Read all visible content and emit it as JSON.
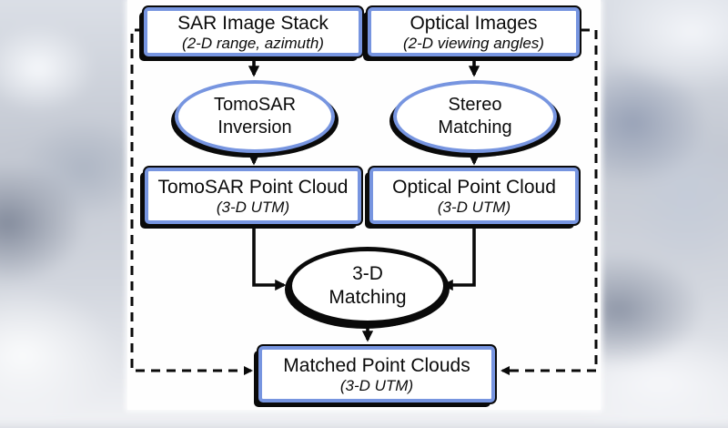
{
  "colors": {
    "accent_blue": "#7795e0",
    "line_black": "#0a0a0a",
    "slide_white": "#fefefe"
  },
  "nodes": {
    "sar_stack": {
      "title": "SAR Image Stack",
      "subtitle": "(2-D range, azimuth)"
    },
    "optical_images": {
      "title": "Optical Images",
      "subtitle": "(2-D viewing angles)"
    },
    "tomosar_inversion": {
      "line1": "TomoSAR",
      "line2": "Inversion"
    },
    "stereo_matching": {
      "line1": "Stereo",
      "line2": "Matching"
    },
    "tomosar_pc": {
      "title": "TomoSAR Point Cloud",
      "subtitle": "(3-D UTM)"
    },
    "optical_pc": {
      "title": "Optical Point Cloud",
      "subtitle": "(3-D UTM)"
    },
    "matching_3d": {
      "line1": "3-D",
      "line2": "Matching"
    },
    "matched_pc": {
      "title": "Matched Point Clouds",
      "subtitle": "(3-D UTM)"
    }
  },
  "edges": [
    {
      "from": "sar_stack",
      "to": "tomosar_inversion",
      "style": "solid-arrow"
    },
    {
      "from": "optical_images",
      "to": "stereo_matching",
      "style": "solid-arrow"
    },
    {
      "from": "tomosar_inversion",
      "to": "tomosar_pc",
      "style": "solid-arrow"
    },
    {
      "from": "stereo_matching",
      "to": "optical_pc",
      "style": "solid-arrow"
    },
    {
      "from": "tomosar_pc",
      "to": "matching_3d",
      "style": "solid-arrow"
    },
    {
      "from": "optical_pc",
      "to": "matching_3d",
      "style": "solid-arrow"
    },
    {
      "from": "matching_3d",
      "to": "matched_pc",
      "style": "solid-arrow"
    },
    {
      "from": "sar_stack",
      "to": "matched_pc",
      "style": "dashed-arrow"
    },
    {
      "from": "optical_images",
      "to": "matched_pc",
      "style": "dashed-arrow"
    }
  ]
}
